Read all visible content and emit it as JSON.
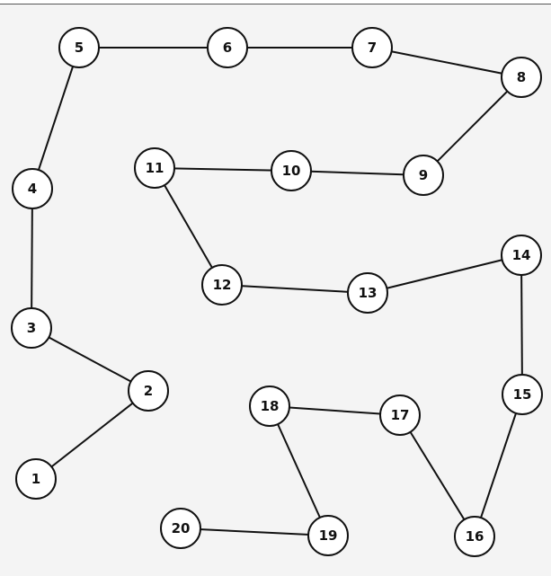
{
  "graph": {
    "nodes": [
      {
        "id": "1",
        "label": "1"
      },
      {
        "id": "2",
        "label": "2"
      },
      {
        "id": "3",
        "label": "3"
      },
      {
        "id": "4",
        "label": "4"
      },
      {
        "id": "5",
        "label": "5"
      },
      {
        "id": "6",
        "label": "6"
      },
      {
        "id": "7",
        "label": "7"
      },
      {
        "id": "8",
        "label": "8"
      },
      {
        "id": "9",
        "label": "9"
      },
      {
        "id": "10",
        "label": "10"
      },
      {
        "id": "11",
        "label": "11"
      },
      {
        "id": "12",
        "label": "12"
      },
      {
        "id": "13",
        "label": "13"
      },
      {
        "id": "14",
        "label": "14"
      },
      {
        "id": "15",
        "label": "15"
      },
      {
        "id": "16",
        "label": "16"
      },
      {
        "id": "17",
        "label": "17"
      },
      {
        "id": "18",
        "label": "18"
      },
      {
        "id": "19",
        "label": "19"
      },
      {
        "id": "20",
        "label": "20"
      }
    ],
    "edges": [
      {
        "from": "1",
        "to": "2"
      },
      {
        "from": "2",
        "to": "3"
      },
      {
        "from": "3",
        "to": "4"
      },
      {
        "from": "4",
        "to": "5"
      },
      {
        "from": "5",
        "to": "6"
      },
      {
        "from": "6",
        "to": "7"
      },
      {
        "from": "7",
        "to": "8"
      },
      {
        "from": "8",
        "to": "9"
      },
      {
        "from": "9",
        "to": "10"
      },
      {
        "from": "10",
        "to": "11"
      },
      {
        "from": "11",
        "to": "12"
      },
      {
        "from": "12",
        "to": "13"
      },
      {
        "from": "13",
        "to": "14"
      },
      {
        "from": "14",
        "to": "15"
      },
      {
        "from": "15",
        "to": "16"
      },
      {
        "from": "16",
        "to": "17"
      },
      {
        "from": "17",
        "to": "18"
      },
      {
        "from": "18",
        "to": "19"
      },
      {
        "from": "19",
        "to": "20"
      }
    ]
  }
}
